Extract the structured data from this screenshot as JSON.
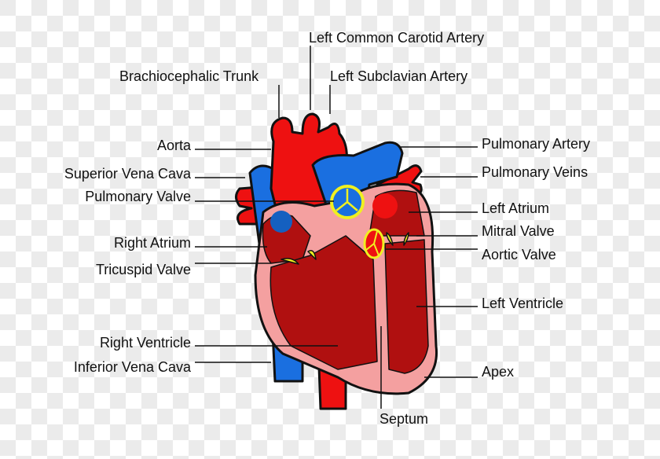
{
  "labels": {
    "left_common_carotid": "Left Common Carotid Artery",
    "brachiocephalic": "Brachiocephalic Trunk",
    "left_subclavian": "Left Subclavian Artery",
    "aorta": "Aorta",
    "superior_vena_cava": "Superior Vena Cava",
    "pulmonary_valve": "Pulmonary Valve",
    "right_atrium": "Right Atrium",
    "tricuspid_valve": "Tricuspid Valve",
    "right_ventricle": "Right Ventricle",
    "inferior_vena_cava": "Inferior Vena Cava",
    "pulmonary_artery": "Pulmonary Artery",
    "pulmonary_veins": "Pulmonary Veins",
    "left_atrium": "Left Atrium",
    "mitral_valve": "Mitral Valve",
    "aortic_valve": "Aortic Valve",
    "left_ventricle": "Left Ventricle",
    "apex": "Apex",
    "septum": "Septum"
  },
  "colors": {
    "oxygenated": "#ee1111",
    "deoxygenated": "#1a6fe0",
    "chamber": "#b01010",
    "wall": "#f4a0a0",
    "valve": "#f0f020"
  }
}
